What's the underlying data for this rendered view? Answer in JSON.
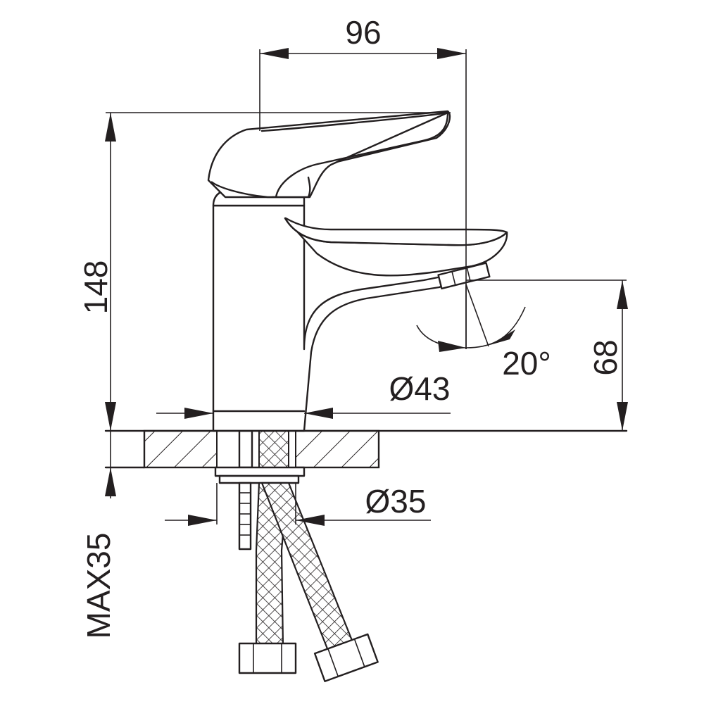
{
  "dimensions": {
    "spout_reach": "96",
    "total_height": "148",
    "spout_height": "68",
    "body_diameter": "Ø43",
    "shank_diameter": "Ø35",
    "max_deck_thickness": "MAX35",
    "swivel_angle": "20°"
  },
  "colors": {
    "line": "#231f20",
    "background": "#ffffff"
  }
}
